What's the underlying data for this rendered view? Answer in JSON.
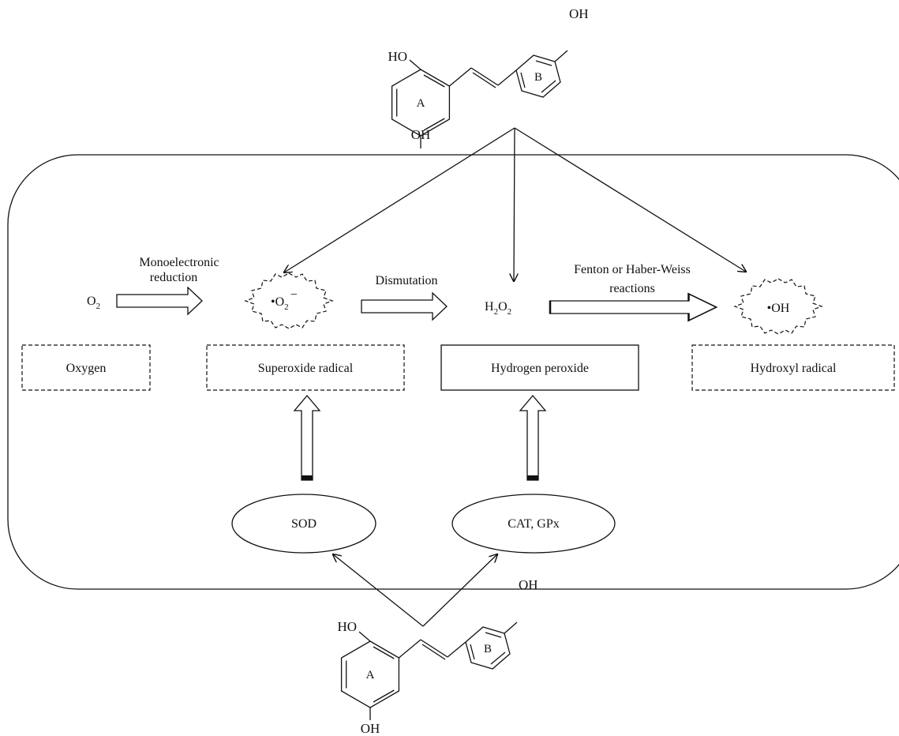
{
  "molecule": {
    "ring_a": "A",
    "ring_b": "B",
    "oh_top": "OH",
    "oh_left": "HO",
    "oh_bottom": "OH"
  },
  "species": {
    "o2_base": "O",
    "o2_sub": "2",
    "superoxide_base": "•O",
    "superoxide_sub": "2",
    "superoxide_sup": "−",
    "h2o2_h": "H",
    "h2o2_sub1": "2",
    "h2o2_o": "O",
    "h2o2_sub2": "2",
    "hydroxyl": "•OH"
  },
  "reactions": {
    "monoelectronic_line1": "Monoelectronic",
    "monoelectronic_line2": "reduction",
    "dismutation": "Dismutation",
    "fenton_line1": "Fenton or Haber-Weiss",
    "fenton_line2": "reactions"
  },
  "boxes": {
    "oxygen": "Oxygen",
    "superoxide": "Superoxide radical",
    "hydrogen_peroxide": "Hydrogen peroxide",
    "hydroxyl": "Hydroxyl radical"
  },
  "enzymes": {
    "sod": "SOD",
    "cat_gpx": "CAT, GPx"
  }
}
